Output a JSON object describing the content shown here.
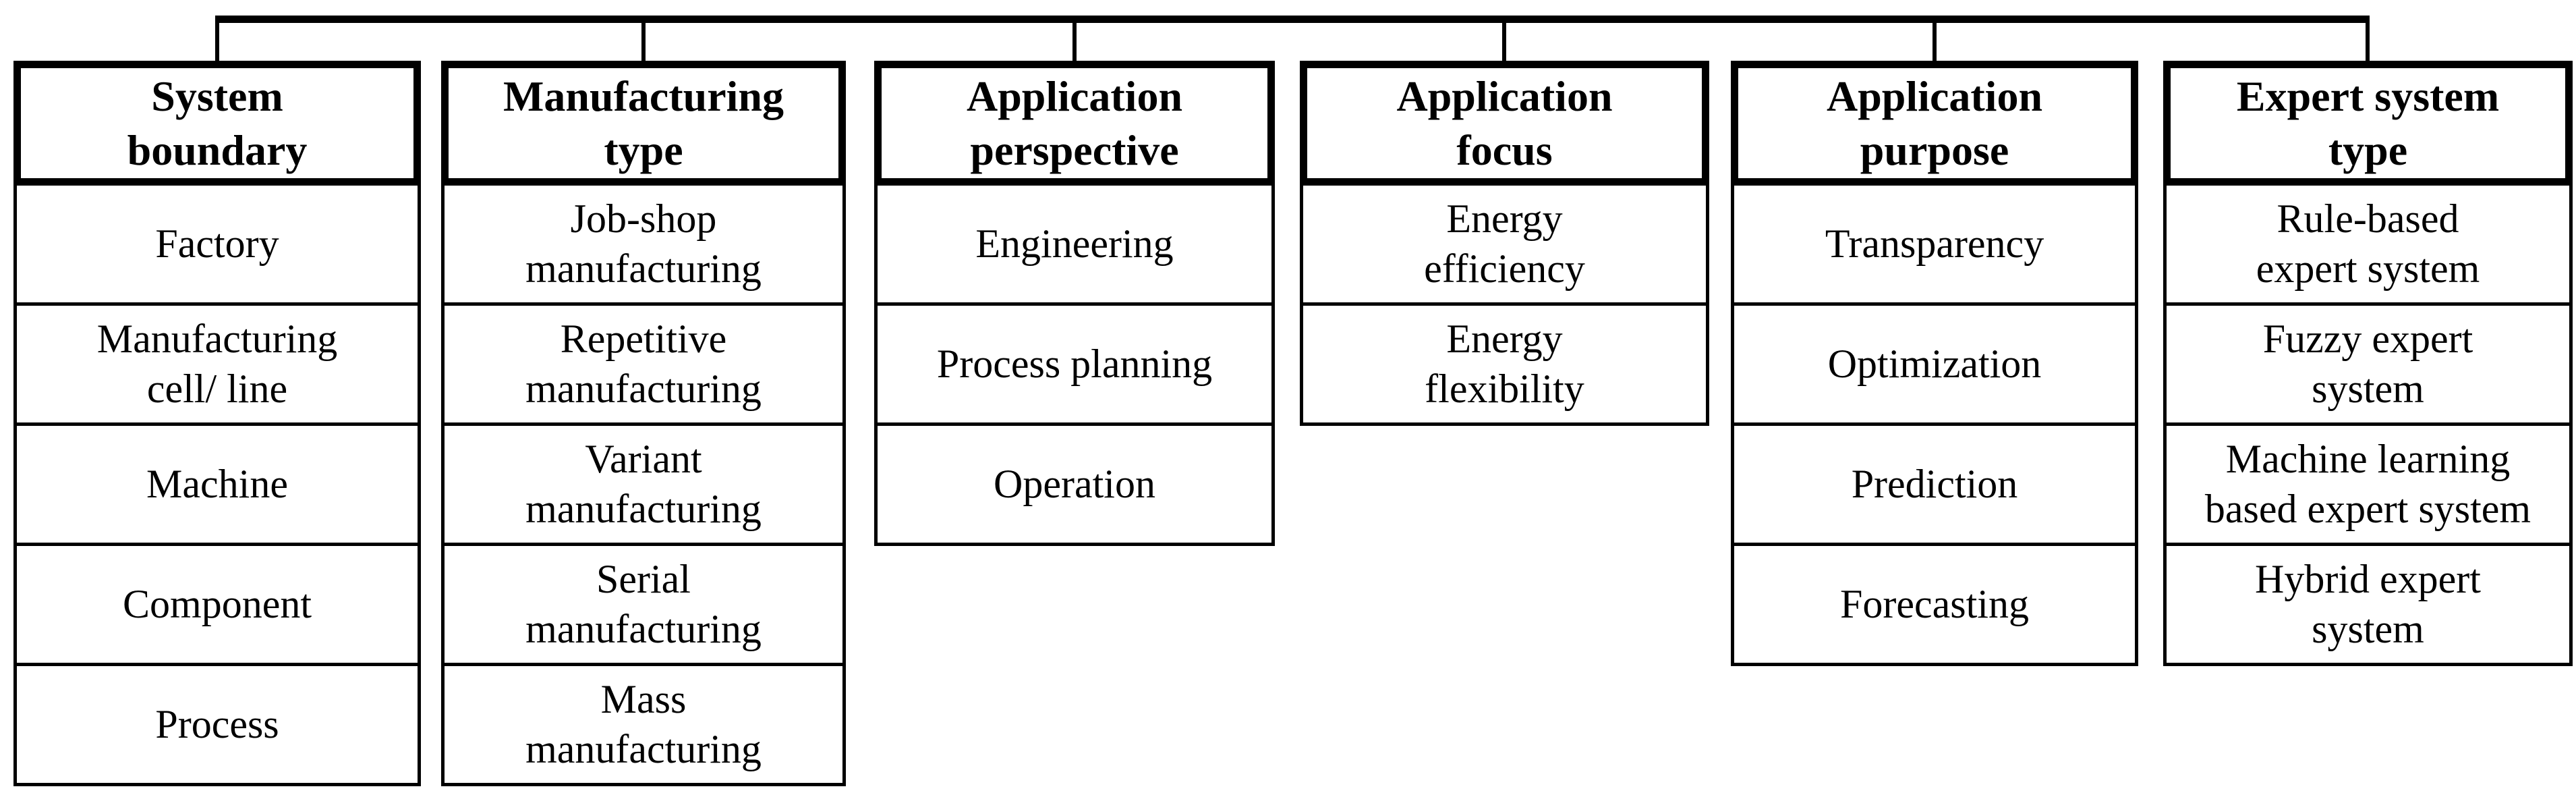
{
  "colors": {
    "line": "#000000",
    "text": "#000000",
    "background": "#ffffff"
  },
  "diagram": {
    "columns": [
      {
        "header": "System\nboundary",
        "items": [
          "Factory",
          "Manufacturing\ncell/ line",
          "Machine",
          "Component",
          "Process"
        ]
      },
      {
        "header": "Manufacturing\ntype",
        "items": [
          "Job-shop\nmanufacturing",
          "Repetitive\nmanufacturing",
          "Variant\nmanufacturing",
          "Serial\nmanufacturing",
          "Mass\nmanufacturing"
        ]
      },
      {
        "header": "Application\nperspective",
        "items": [
          "Engineering",
          "Process planning",
          "Operation"
        ]
      },
      {
        "header": "Application\nfocus",
        "items": [
          "Energy\nefficiency",
          "Energy\nflexibility"
        ]
      },
      {
        "header": "Application\npurpose",
        "items": [
          "Transparency",
          "Optimization",
          "Prediction",
          "Forecasting"
        ]
      },
      {
        "header": "Expert system\ntype",
        "items": [
          "Rule-based\nexpert system",
          "Fuzzy expert\nsystem",
          "Machine learning\nbased expert system",
          "Hybrid expert\nsystem"
        ]
      }
    ]
  }
}
